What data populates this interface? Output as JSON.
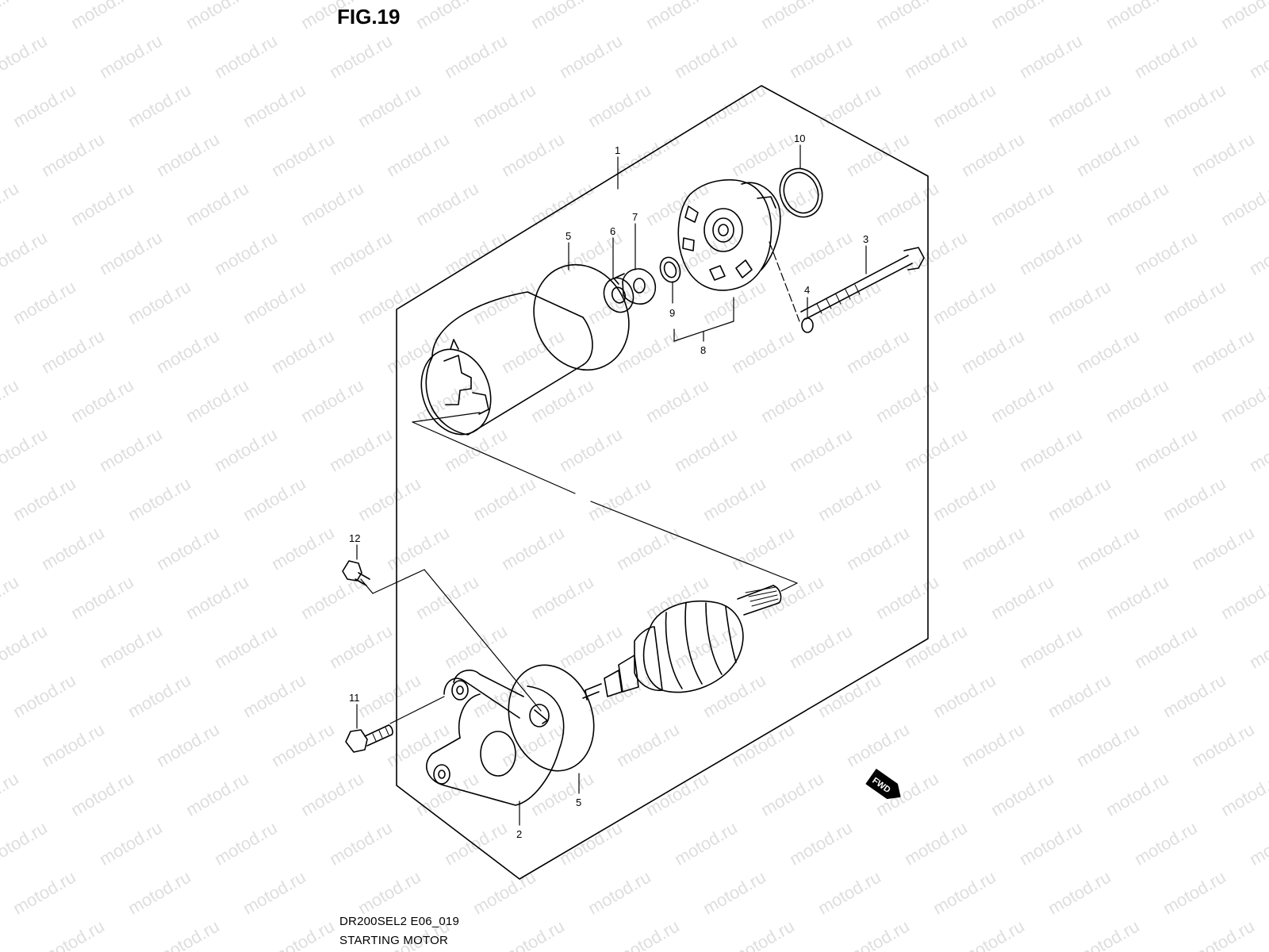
{
  "figure": {
    "title": "FIG.19",
    "code": "DR200SEL2 E06_019",
    "caption": "STARTING MOTOR"
  },
  "watermark": {
    "text": "motod.ru",
    "color": "#d9d9d9"
  },
  "callouts": {
    "c1": "1",
    "c2": "2",
    "c3": "3",
    "c4": "4",
    "c5a": "5",
    "c5b": "5",
    "c6": "6",
    "c7": "7",
    "c8": "8",
    "c9": "9",
    "c10": "10",
    "c11": "11",
    "c12": "12"
  },
  "badge": {
    "fwd": "FWD"
  }
}
